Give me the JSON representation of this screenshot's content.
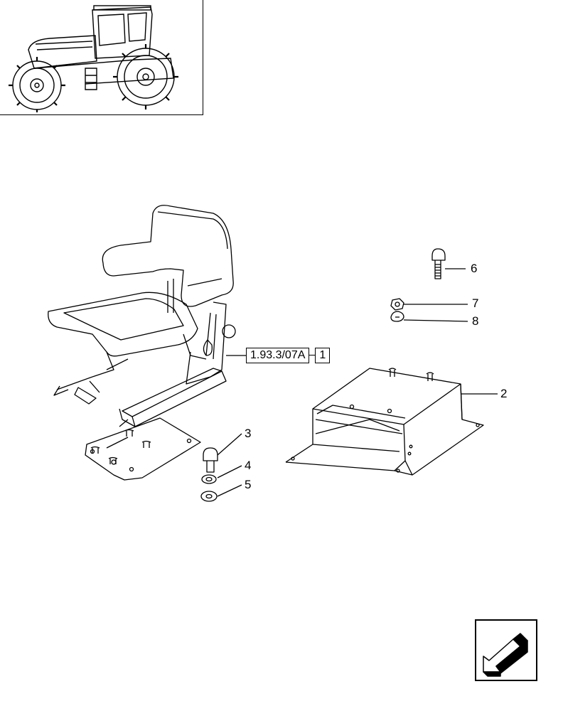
{
  "diagram": {
    "reference": {
      "code": "1.93.3/07A",
      "qty": "1"
    },
    "callouts": [
      {
        "id": "c2",
        "label": "2"
      },
      {
        "id": "c3",
        "label": "3"
      },
      {
        "id": "c4",
        "label": "4"
      },
      {
        "id": "c5",
        "label": "5"
      },
      {
        "id": "c6",
        "label": "6"
      },
      {
        "id": "c7",
        "label": "7"
      },
      {
        "id": "c8",
        "label": "8"
      }
    ]
  },
  "icons": {
    "thumbnail": "tractor-icon",
    "navigation": "arrow-down-left-icon"
  },
  "colors": {
    "line": "#000000",
    "background": "#ffffff"
  }
}
